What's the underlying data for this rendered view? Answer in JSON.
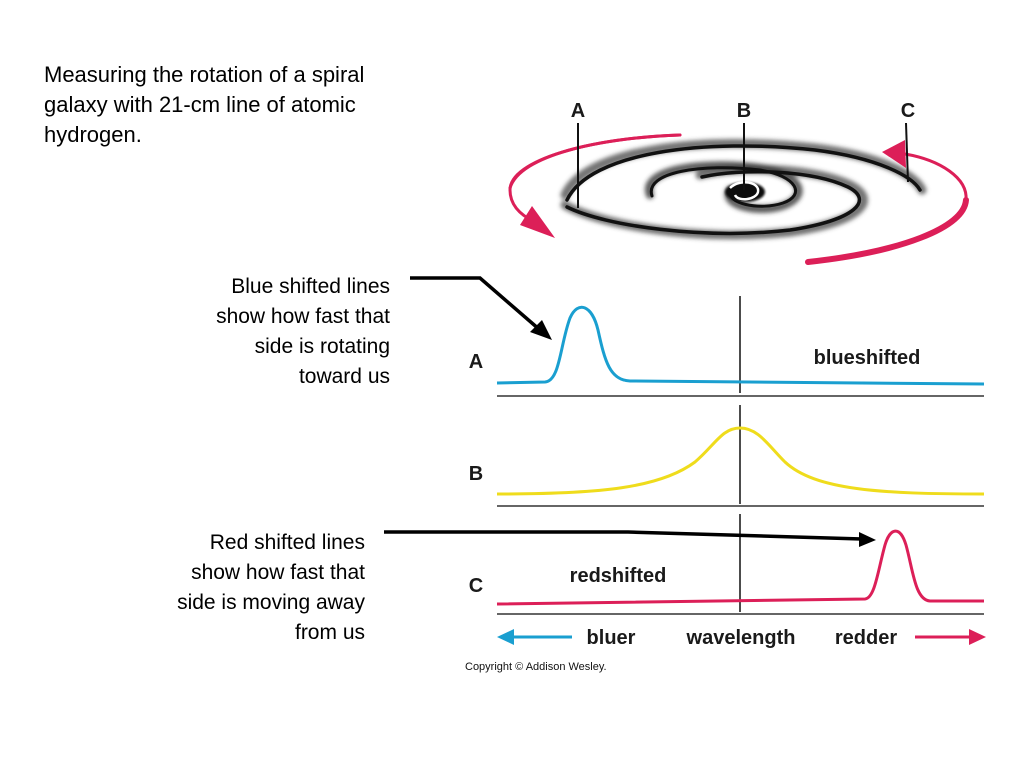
{
  "caption": {
    "lines": [
      "Measuring the rotation of a spiral",
      "galaxy with 21-cm line of atomic",
      "hydrogen."
    ]
  },
  "callouts": {
    "blue": [
      "Blue shifted lines",
      "show how fast that",
      "side is rotating",
      "toward us"
    ],
    "red": [
      "Red shifted lines",
      "show how fast that",
      "side is moving away",
      "from us"
    ]
  },
  "galaxy": {
    "labels": {
      "a": "A",
      "b": "B",
      "c": "C"
    }
  },
  "spectra": {
    "a": {
      "label": "A",
      "note": "blueshifted",
      "color": "#1a9fd0"
    },
    "b": {
      "label": "B",
      "note": "",
      "color": "#efdc1c"
    },
    "c": {
      "label": "C",
      "note": "redshifted",
      "color": "#dc1f58"
    }
  },
  "axis": {
    "left": "bluer",
    "center": "wavelength",
    "right": "redder",
    "left_color": "#1a9fd0",
    "right_color": "#dc1f58"
  },
  "copyright": "Copyright © Addison Wesley."
}
